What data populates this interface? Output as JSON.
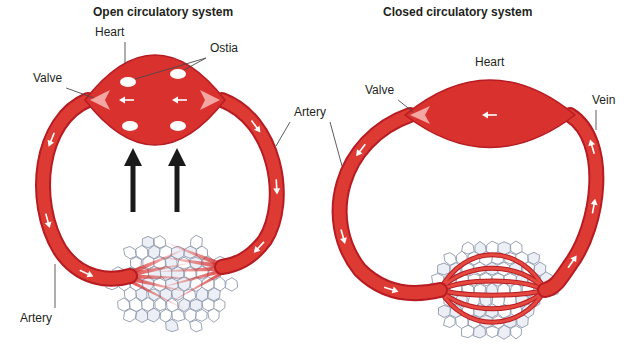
{
  "diagram": {
    "labels": [
      "Open circulatory system",
      "Closed circulatory system",
      "Heart",
      "Ostia",
      "Heart",
      "Valve",
      "Valve",
      "Artery",
      "Vein",
      "Artery"
    ]
  }
}
